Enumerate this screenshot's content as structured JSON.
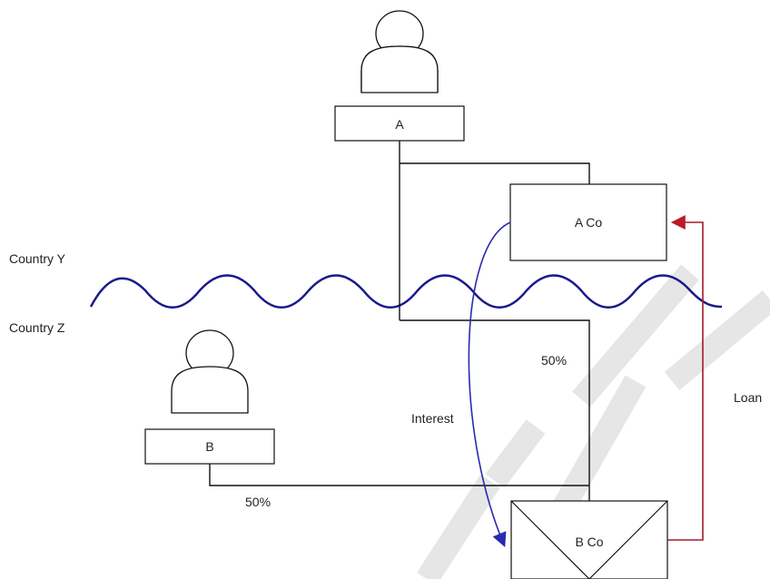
{
  "regions": {
    "upper": "Country Y",
    "lower": "Country Z"
  },
  "entities": {
    "person_a": "A",
    "company_a": "A Co",
    "person_b": "B",
    "company_b": "B Co"
  },
  "ownership": {
    "a_share": "50%",
    "b_share": "50%"
  },
  "flows": {
    "loan": "Loan",
    "interest": "Interest"
  },
  "colors": {
    "border_wave": "#1a1a8c",
    "interest_arrow": "#2a2ab0",
    "loan_arrow": "#a01c2a",
    "watermark": "#dddddd"
  }
}
